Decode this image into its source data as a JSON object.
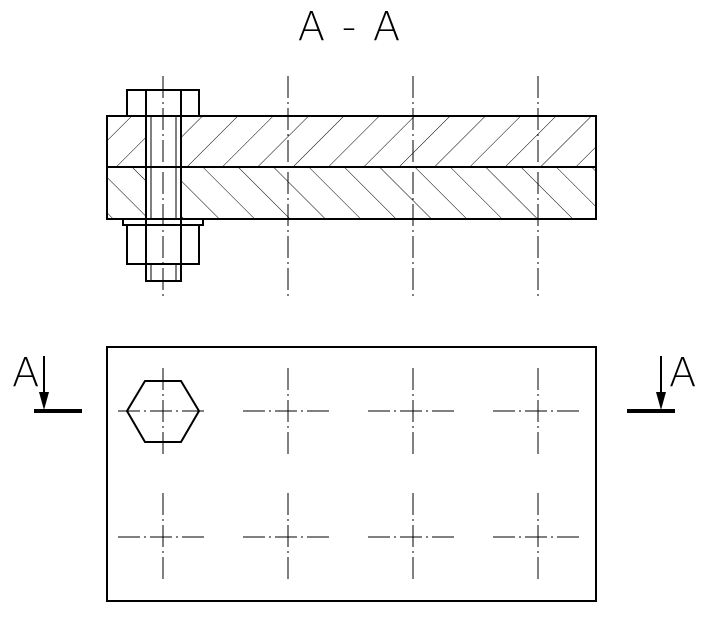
{
  "section_title": "A - A",
  "section_marker_left": "A",
  "section_marker_right": "A"
}
